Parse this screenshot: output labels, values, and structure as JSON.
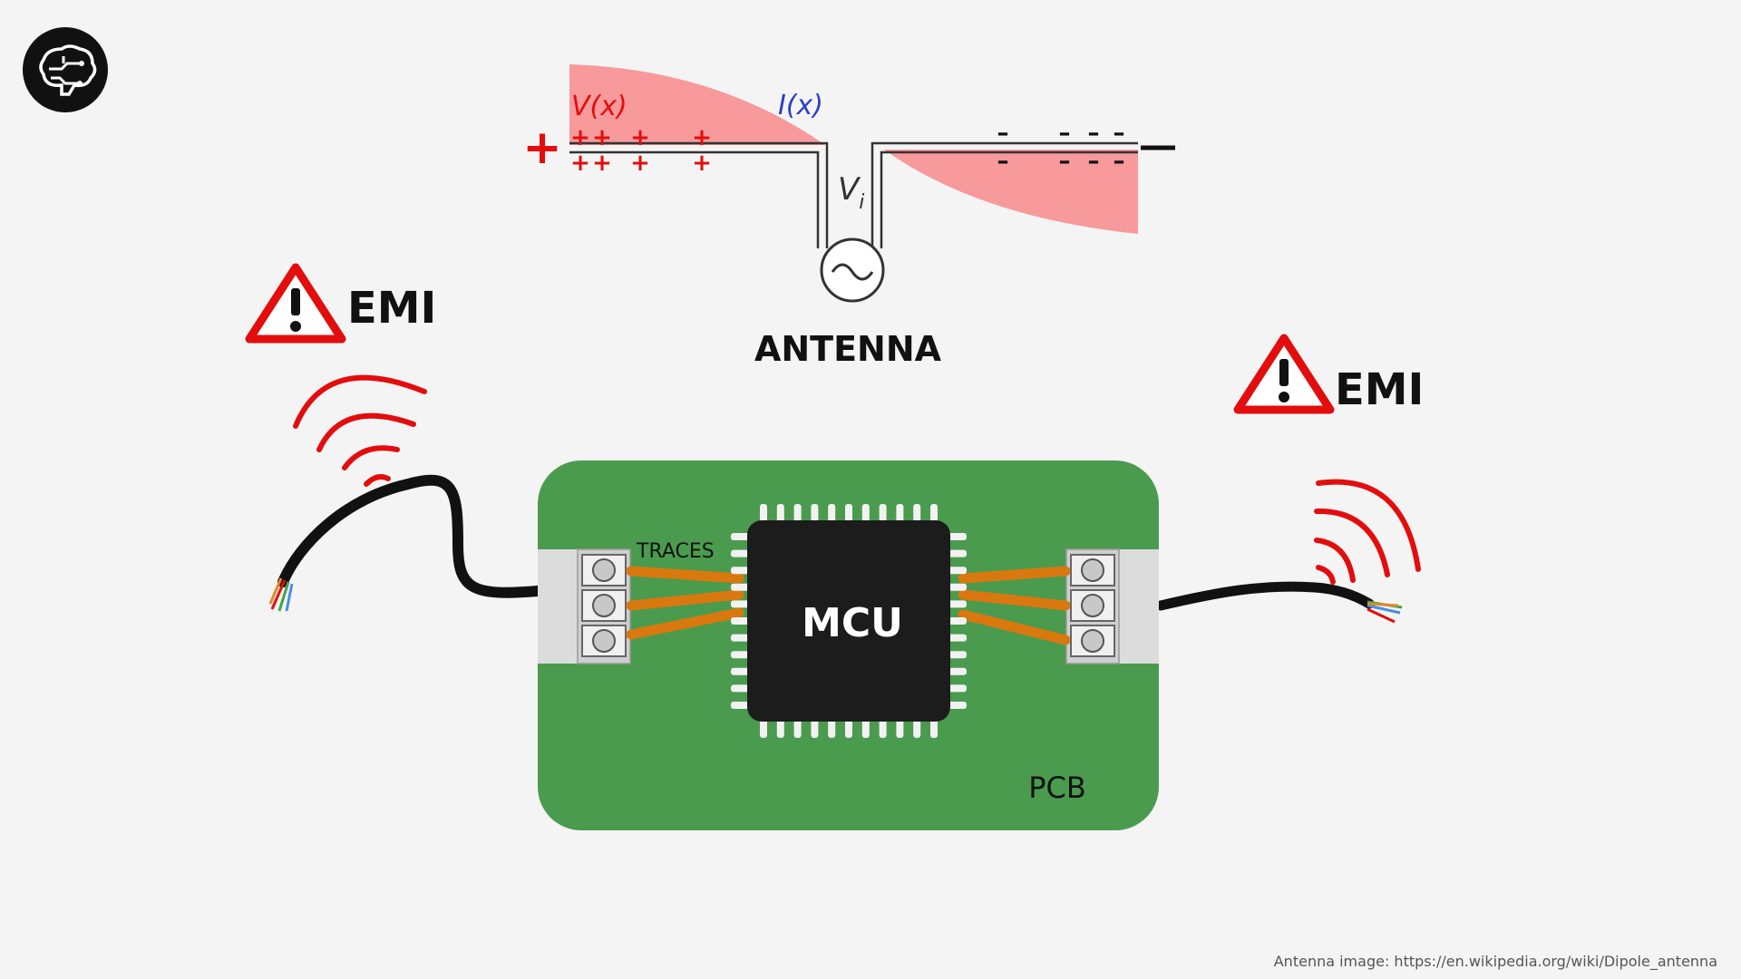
{
  "logo": {
    "icon": "brain-circuit-icon"
  },
  "antenna": {
    "title": "ANTENNA",
    "voltage_label": "V(x)",
    "current_label": "I(x)",
    "input_label": "V",
    "input_subscript": "i",
    "plus_sign": "+",
    "minus_sign": "—",
    "charge_plus": "+",
    "charge_minus": "–"
  },
  "warnings": [
    {
      "label": "EMI",
      "icon": "warning-triangle-icon"
    },
    {
      "label": "EMI",
      "icon": "warning-triangle-icon"
    }
  ],
  "board": {
    "label": "PCB",
    "chip_label": "MCU",
    "traces_label": "TRACES"
  },
  "credit": "Antenna image: https://en.wikipedia.org/wiki/Dipole_antenna",
  "colors": {
    "pcb_green": "#4a9b4e",
    "chip_black": "#1c1c1c",
    "trace_orange": "#d9780f",
    "warning_red": "#e30d0d",
    "antenna_fill": "#f8999b",
    "connector_gray": "#dcdcdc"
  }
}
